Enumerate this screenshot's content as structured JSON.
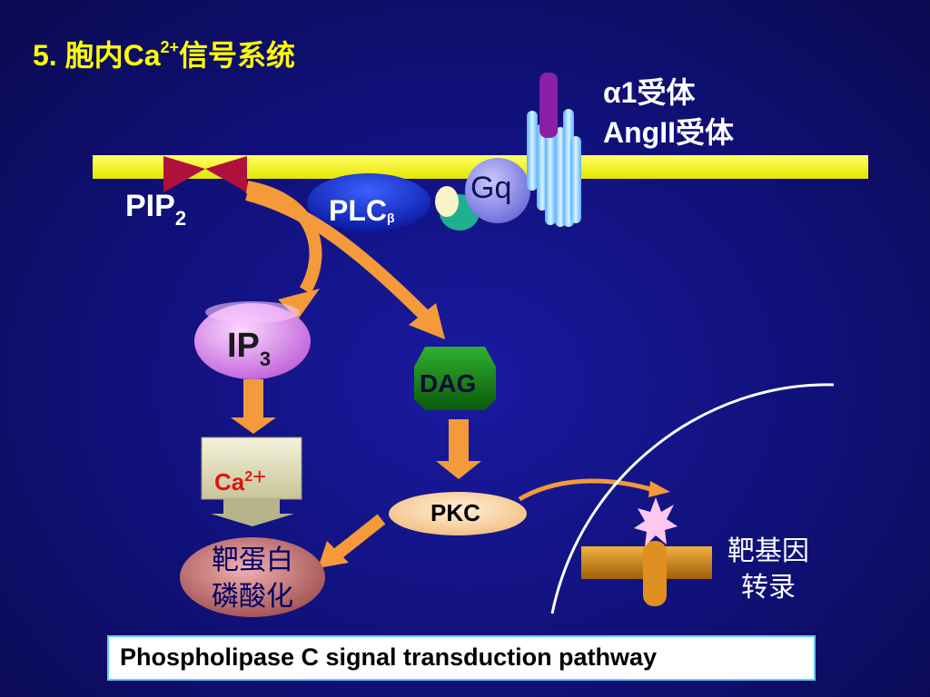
{
  "title": {
    "prefix": "5. 胞内Ca",
    "sup": "2+",
    "suffix": "信号系统"
  },
  "receptor_labels": {
    "line1": "α1受体",
    "line2": "AngII受体"
  },
  "pip2": {
    "base": "PIP",
    "sub": "2"
  },
  "plc": {
    "base": "PLC",
    "sub": "β"
  },
  "gq": "Gq",
  "ip3": {
    "base": "IP",
    "sub": "3"
  },
  "dag": "DAG",
  "ca": {
    "base": "Ca",
    "sup": "2",
    "plus": "+"
  },
  "pkc": "PKC",
  "target_protein": {
    "line1": "靶蛋白",
    "line2": "磷酸化"
  },
  "target_gene": {
    "line1": "靶基因",
    "line2": "转录"
  },
  "caption": "Phospholipase C signal transduction pathway",
  "colors": {
    "membrane": "#ffff00",
    "arrow": "#f59a3a",
    "pip2": "#b0103c",
    "plc": "#1a3ad0",
    "gq": "#8a8ae8",
    "ip3": "#e890f0",
    "dag": "#1f8f1f",
    "ca_box": "#e8e4c0",
    "pkc": "#f8d8a8",
    "target": "#c07070",
    "receptor": "#9fe0ff",
    "ligand": "#8a1fa8"
  }
}
